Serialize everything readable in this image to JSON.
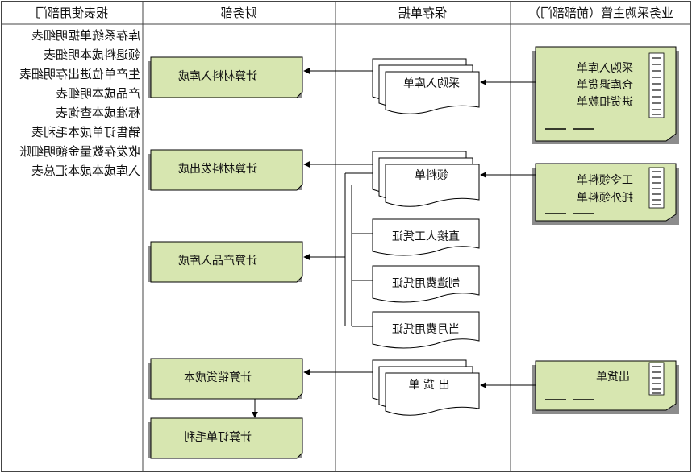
{
  "headers": {
    "col1": "报表使用部门",
    "col2": "财务部",
    "col3": "保存单据",
    "col4": "业务采购主管（前部部门）"
  },
  "reports": [
    "库存系统单据明细表",
    "领退料成本明细表",
    "生产单位进出存明细表",
    "产品成本明细表",
    "标准成本查询表",
    "销售订单成本毛利表",
    "收发存数量金额明细账",
    "入库成本成本汇总表"
  ],
  "finance": {
    "calc_material_in": "计算材料入库成",
    "calc_material_out": "计算材料发出成",
    "calc_product_in": "计算产品入库成",
    "calc_sales_cost": "计算销货成本",
    "calc_order_margin": "计算订单毛利"
  },
  "docs": {
    "purchase_receipt": "采购入库单",
    "requisition": "领料单",
    "direct_labor": "直接人工凭证",
    "manufacturing_expense": "制造费用凭证",
    "period_expense": "当月费用凭证",
    "shipment": "出 货 单"
  },
  "sources": {
    "purchase": [
      "采购入库单",
      "仓库退货单",
      "进货扣款单"
    ],
    "material": [
      "工令领料单",
      "托外领料单"
    ],
    "shipment": [
      "出货单"
    ]
  },
  "colors": {
    "card_fill": "#d7e6b0",
    "paper_fill": "#ffffff",
    "line": "#000000"
  }
}
